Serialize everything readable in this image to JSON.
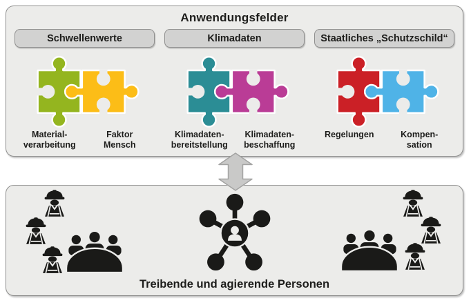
{
  "top_panel": {
    "title": "Anwendungsfelder",
    "sections": [
      {
        "header": "Schwellenwerte",
        "pieces": [
          {
            "label": "Material-\nverarbeitung",
            "color": "#94b51f"
          },
          {
            "label": "Faktor\nMensch",
            "color": "#fcbd17"
          }
        ]
      },
      {
        "header": "Klimadaten",
        "pieces": [
          {
            "label": "Klimadaten-\nbereitstellung",
            "color": "#2b8d95"
          },
          {
            "label": "Klimadaten-\nbeschaffung",
            "color": "#ba3c96"
          }
        ]
      },
      {
        "header": "Staatliches „Schutzschild“",
        "pieces": [
          {
            "label": "Regelungen",
            "color": "#cb2026"
          },
          {
            "label": "Kompen-\nsation",
            "color": "#4fb3e7"
          }
        ]
      }
    ]
  },
  "connector": {
    "icon": "double-headed-vertical-arrow",
    "fill": "#c9c9c8",
    "border": "#a3a3a2"
  },
  "bottom_panel": {
    "caption": "Treibende und agierende Personen",
    "icon_color": "#1a1a18",
    "icon_groups": {
      "left": [
        "construction-worker",
        "construction-worker",
        "construction-worker",
        "meeting-group"
      ],
      "center": [
        "networked-person"
      ],
      "right": [
        "meeting-group",
        "construction-worker",
        "construction-worker",
        "construction-worker"
      ]
    }
  }
}
